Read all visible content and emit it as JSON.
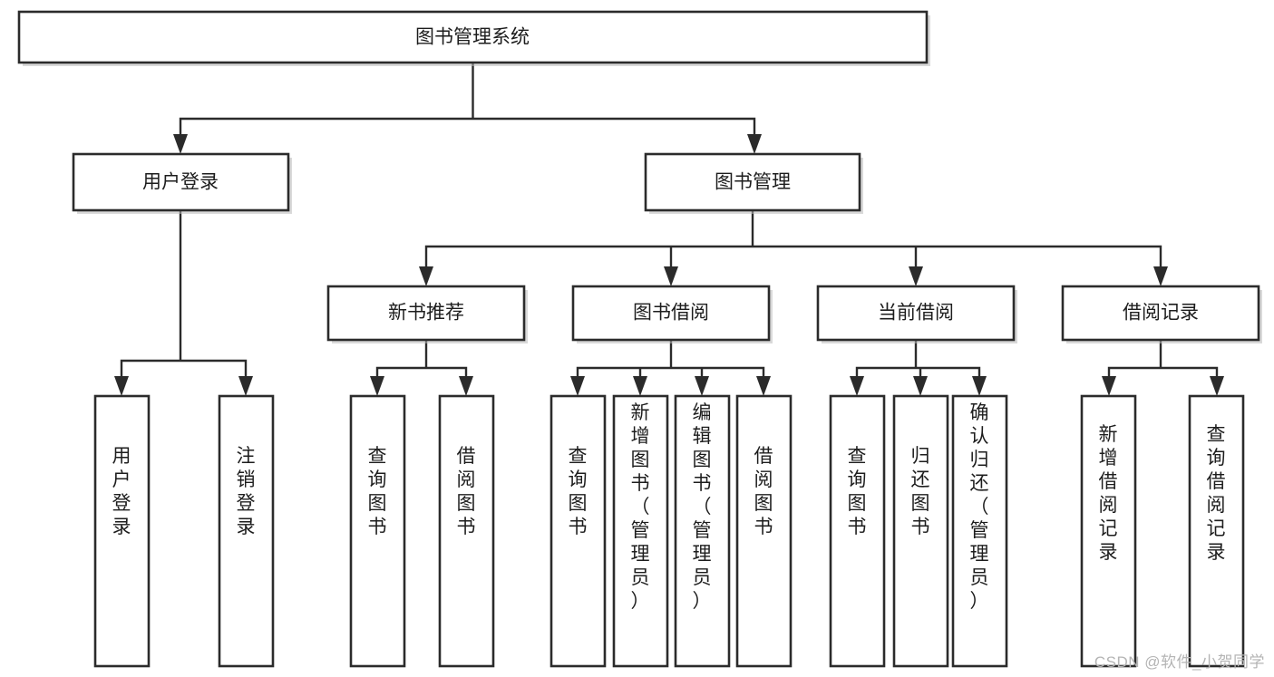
{
  "diagram": {
    "title": "图书管理系统",
    "type": "tree-hierarchy",
    "orientation": "top-down",
    "colors": {
      "box_fill": "#ffffff",
      "box_stroke": "#2b2b2b",
      "text": "#1d1d1d",
      "connector": "#2b2b2b",
      "background": "#ffffff",
      "watermark": "#b4b4b4"
    },
    "watermark": "CSDN @软件_小贺同学",
    "nodes": {
      "root": {
        "label": "图书管理系统",
        "level": 1,
        "orientation": "horizontal"
      },
      "n_user_login": {
        "label": "用户登录",
        "level": 2,
        "orientation": "horizontal"
      },
      "n_book_manage": {
        "label": "图书管理",
        "level": 2,
        "orientation": "horizontal"
      },
      "n_new_book_rec": {
        "label": "新书推荐",
        "level": 3,
        "orientation": "horizontal"
      },
      "n_book_borrow": {
        "label": "图书借阅",
        "level": 3,
        "orientation": "horizontal"
      },
      "n_current_borrow": {
        "label": "当前借阅",
        "level": 3,
        "orientation": "horizontal"
      },
      "n_borrow_record": {
        "label": "借阅记录",
        "level": 3,
        "orientation": "horizontal"
      },
      "l_user_login": {
        "label": "用户登录",
        "level": 4,
        "orientation": "vertical"
      },
      "l_user_logout": {
        "label": "注销登录",
        "level": 4,
        "orientation": "vertical"
      },
      "l_query_book_1": {
        "label": "查询图书",
        "level": 4,
        "orientation": "vertical"
      },
      "l_borrow_book_1": {
        "label": "借阅图书",
        "level": 4,
        "orientation": "vertical"
      },
      "l_query_book_2": {
        "label": "查询图书",
        "level": 4,
        "orientation": "vertical"
      },
      "l_add_book": {
        "label": "新增图书（管理员）",
        "level": 4,
        "orientation": "vertical"
      },
      "l_edit_book": {
        "label": "编辑图书（管理员）",
        "level": 4,
        "orientation": "vertical"
      },
      "l_borrow_book_2": {
        "label": "借阅图书",
        "level": 4,
        "orientation": "vertical"
      },
      "l_query_book_3": {
        "label": "查询图书",
        "level": 4,
        "orientation": "vertical"
      },
      "l_return_book": {
        "label": "归还图书",
        "level": 4,
        "orientation": "vertical"
      },
      "l_confirm_return": {
        "label": "确认归还（管理员）",
        "level": 4,
        "orientation": "vertical"
      },
      "l_add_record": {
        "label": "新增借阅记录",
        "level": 4,
        "orientation": "vertical"
      },
      "l_query_record": {
        "label": "查询借阅记录",
        "level": 4,
        "orientation": "vertical"
      }
    },
    "edges": [
      {
        "from": "root",
        "to": "n_user_login"
      },
      {
        "from": "root",
        "to": "n_book_manage"
      },
      {
        "from": "n_user_login",
        "to": "l_user_login"
      },
      {
        "from": "n_user_login",
        "to": "l_user_logout"
      },
      {
        "from": "n_book_manage",
        "to": "n_new_book_rec"
      },
      {
        "from": "n_book_manage",
        "to": "n_book_borrow"
      },
      {
        "from": "n_book_manage",
        "to": "n_current_borrow"
      },
      {
        "from": "n_book_manage",
        "to": "n_borrow_record"
      },
      {
        "from": "n_new_book_rec",
        "to": "l_query_book_1"
      },
      {
        "from": "n_new_book_rec",
        "to": "l_borrow_book_1"
      },
      {
        "from": "n_book_borrow",
        "to": "l_query_book_2"
      },
      {
        "from": "n_book_borrow",
        "to": "l_add_book"
      },
      {
        "from": "n_book_borrow",
        "to": "l_edit_book"
      },
      {
        "from": "n_book_borrow",
        "to": "l_borrow_book_2"
      },
      {
        "from": "n_current_borrow",
        "to": "l_query_book_3"
      },
      {
        "from": "n_current_borrow",
        "to": "l_return_book"
      },
      {
        "from": "n_current_borrow",
        "to": "l_confirm_return"
      },
      {
        "from": "n_borrow_record",
        "to": "l_add_record"
      },
      {
        "from": "n_borrow_record",
        "to": "l_query_record"
      }
    ]
  }
}
